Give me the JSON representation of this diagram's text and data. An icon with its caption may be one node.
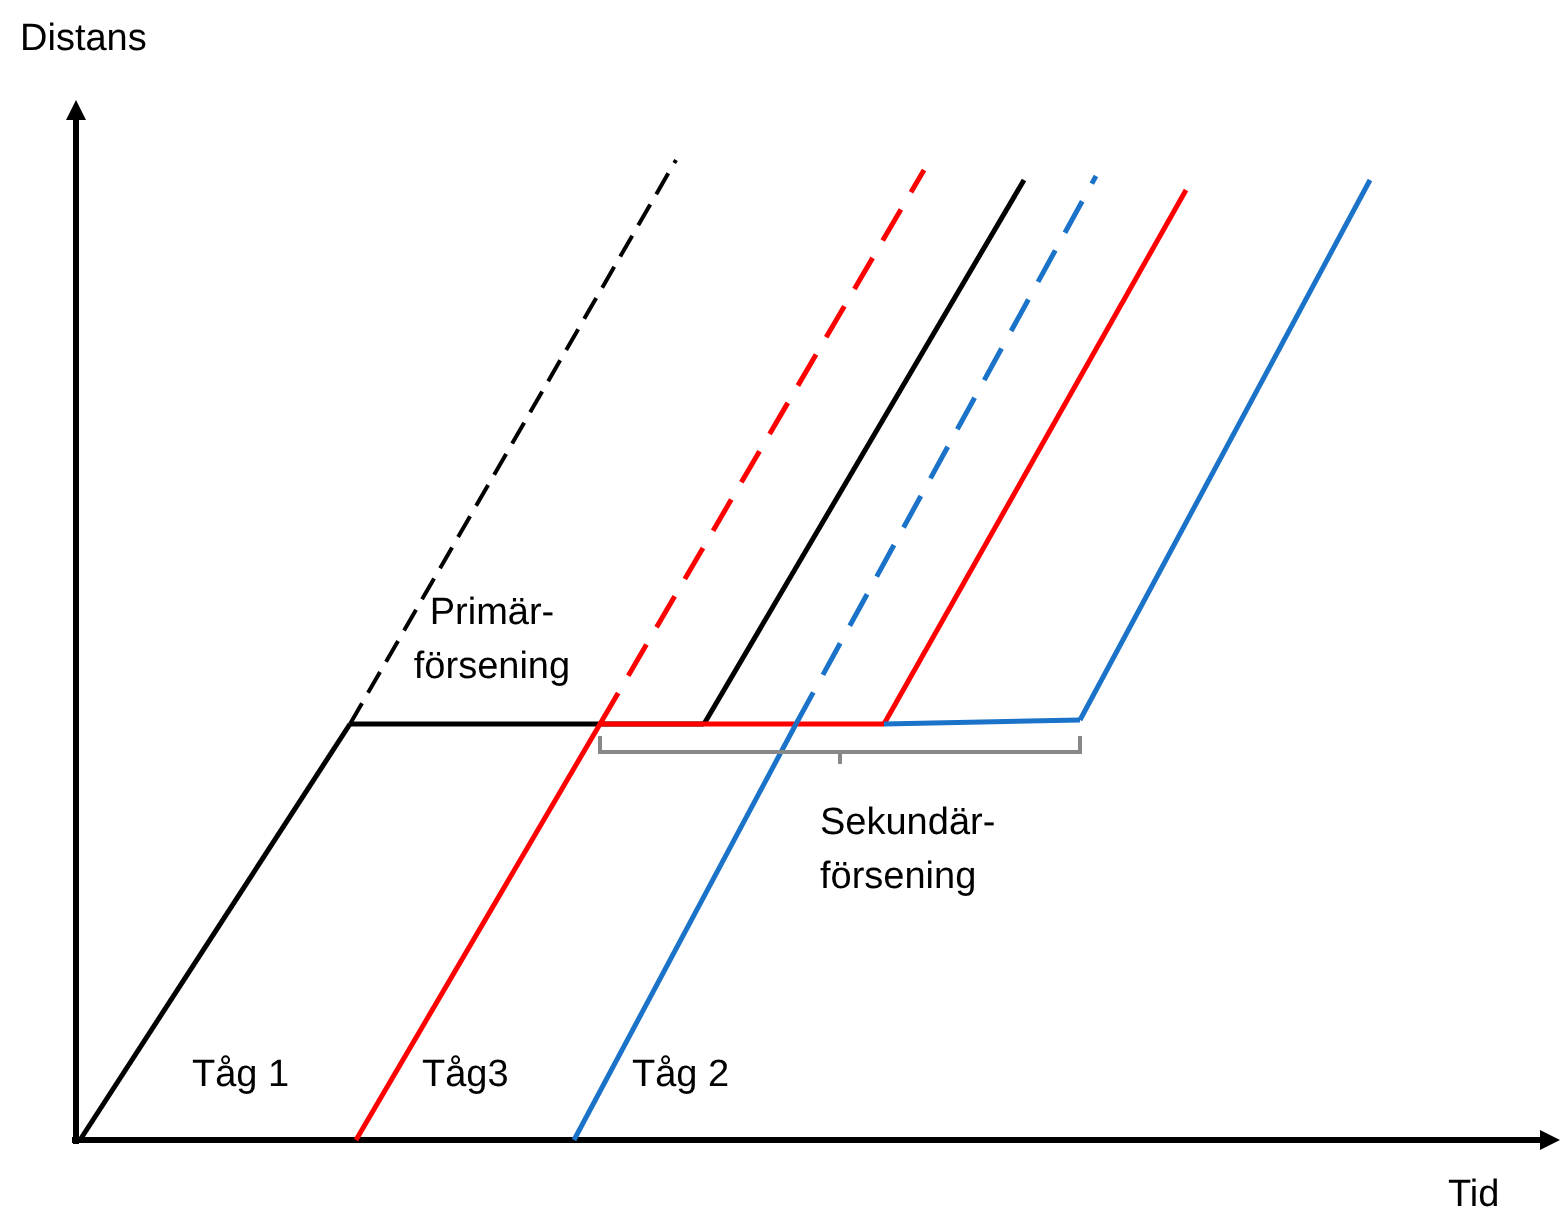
{
  "diagram": {
    "labels": [
      "Distans",
      "Tid",
      "Primär- försening",
      "Sekundär- försening",
      "Tåg 1",
      "Tåg3",
      "Tåg 2"
    ]
  }
}
